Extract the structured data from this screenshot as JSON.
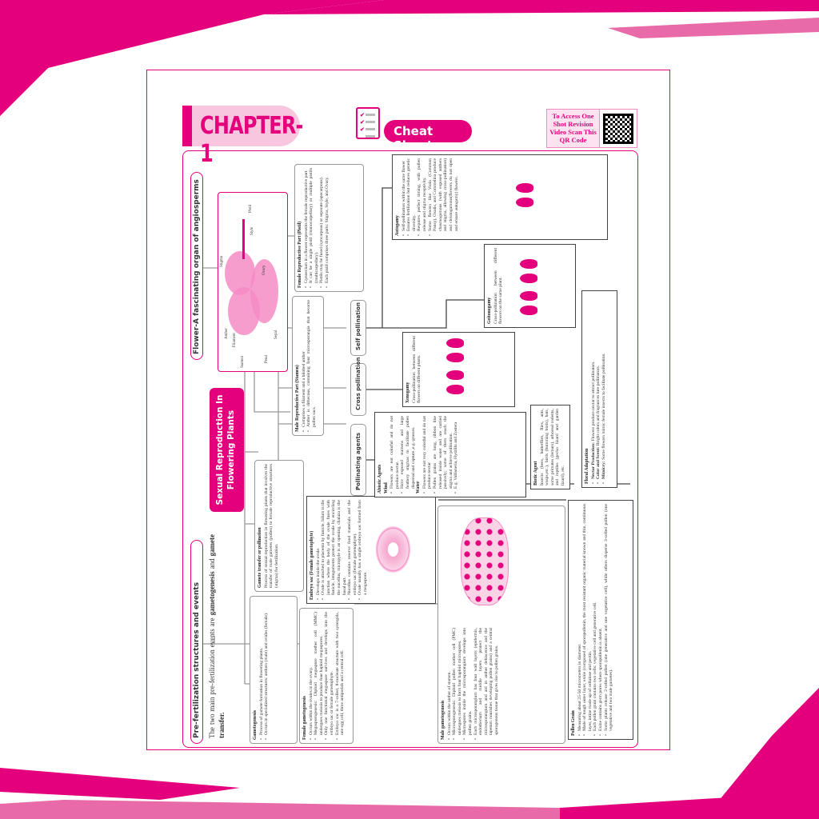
{
  "header": {
    "chapter": "CHAPTER-1",
    "cheat_sheet": "Cheat Sheet",
    "qr_text": "To Access One Shot Revision Video Scan This QR Code"
  },
  "colors": {
    "accent": "#e4007c",
    "light_pink": "#f9c6e0",
    "border_gray": "#999999"
  },
  "sections": {
    "prefert_title": "Pre-fertilization structures and events",
    "prefert_intro_a": "The two main pre-fertilization events are ",
    "prefert_intro_b": "gametogenesis",
    "prefert_intro_c": " and ",
    "prefert_intro_d": "gamete transfer.",
    "flower_title": "Flower-A fascinating organ of angiosperms",
    "main_title": "Sexual Reproduction In Flowering Plants"
  },
  "flower_labels": {
    "stigma": "Stigma",
    "style": "Style",
    "pistil": "Pistil",
    "ovary": "Ovary",
    "anther": "Anther",
    "filament": "Filament",
    "stamen": "Stamen",
    "petal": "Petal",
    "sepal": "Sepal"
  },
  "gametogenesis": {
    "title": "Gametogenesis",
    "items": [
      "Process of gamete formation in flowering plants.",
      "Occurs in specialized structures: anthers (male) and ovules (female)."
    ]
  },
  "gamete_transfer": {
    "title": "Gamete transfer or pollination",
    "text": "Process of sexual reproduction in flowering plants that involves the transfer of male gametes (pollen) to female reproductive structures (stigma) for fertilization."
  },
  "female_gametogenesis": {
    "title": "Female gametogenesis",
    "items": [
      "Occurs within the ovules in the ovary.",
      "Megasporogenesis: Diploid megaspore mother cell (MMC) undergoes meiosis to produce four haploid megaspores.",
      "Only one functional megaspore survives and develops into the embryo sac or female gametophyte.",
      "Embryo sac is a 7-celled, 8-nucleate structure with two synergids, one egg cell, three antipodals and a central cell."
    ]
  },
  "embryo_sac": {
    "title": "Embryo sac (Female gametophyte)",
    "items": [
      "Develops inside the ovule.",
      "Ovule is attached to placenta by funicle, hilum is the junction where the body of the ovule fuses with funicle, integuments protect the ovule by encircling the nucellus, micropyle is an opening, chalaza is the basal part.",
      "Nucellus contains reserve food materials and the embryo sac (female gametophyte).",
      "Ovule usually has a single embryo sac formed from a megaspore."
    ]
  },
  "male_gametogenesis": {
    "title": "Male gametogenesis",
    "items": [
      "Occurs within the anther of stamen.",
      "Microsporogenesis: Diploid pollen mother cell (PMC) undergoes meiosis to form four haploid microspores.",
      "Microspores inside the microsporangium develops into pollen grains.",
      "Each microsporangium has four wall layers (epidermis, endothecium and middle layers protect the microsporangium and aid in anther dehiscence and the tapetum nourishes developing pollen grains) and a central sporogenous tissue that gives rise to pollen grains."
    ]
  },
  "pollen_grain": {
    "title": "Pollen Grain",
    "items": [
      "Measuring about 25-50 micrometers in diameter.",
      "Made of tough outer layer, exine (composed of sporopollenin, the most resistant organic material known and thin, continuous layer, intine made up of cellulose and pectin.",
      "Each pollen grain contains two cells: vegetative cell and generative cell.",
      "Exine contains germ pores where sporopollenin is absent.",
      "Some plants release 2-celled pollen (one generative and one vegetative cell), while others disperse 3-celled pollen (one vegetative and two male gametes)."
    ]
  },
  "stamen": {
    "title": "Male Reproductive Part (Stamen)",
    "items": [
      "Comprises a filament and a bilobed anther",
      "Anther is dithecous, containing four microsporangia that become pollen sacs."
    ]
  },
  "pistil": {
    "title": "Female Reproductive Part (Pistil)",
    "items": [
      "Gynoecium in a flower represents the female reproductive part.",
      "It can be a single pistil (monocarpellary) or multiple pistils (multicarpellary).",
      "Pistils may be fused (syncarpous) or separate (apocarpous).",
      "Each pistil comprises three parts: Stigma, Style, and Ovary."
    ]
  },
  "nodes": {
    "pollinating_agents": "Pollinating agents",
    "cross_pollination": "Cross pollination",
    "self_pollination": "Self pollination"
  },
  "abiotic": {
    "title": "Abiotic Agents",
    "wind": "Wind",
    "wind_items": [
      "Flowers are not colorful and do not produce nectar.",
      "Have exposed stamens and large feathery stigmas to facilitate pollen dispersal and capture.,e.g.-grasses."
    ],
    "water": "Water",
    "water_items": [
      "Flowers are not very colorful and do not produce nectar",
      "Pollen grains are long, ribbon like released inside water and are carried passively; some of them reach the stigma and achieve pollination.",
      "E.g. Vallisneria, Hydrilla and Zostera"
    ]
  },
  "biotic": {
    "title": "Biotic Agent",
    "text": "Insects (bees, butterflies, flies, ants, wasps,etc.), birds (humming birds), bats, some primates (lemurs), arboreal rodents, and reptiles (gecko lizard and garden lizard), etc."
  },
  "floral": {
    "title": "Floral Adaptation",
    "items": [
      {
        "b": "Nectar Production:",
        "t": " Flowers produce nectar to attract pollinators."
      },
      {
        "b": "Color and Scent:",
        "t": " Bright colors and fragrances lure pollinators."
      },
      {
        "b": "Mimicry:",
        "t": " Some flowers mimic female insects to facilitate pollination."
      }
    ]
  },
  "xenogamy": {
    "title": "Xenogamy",
    "text": "Cross-pollination between different flowers on different plants."
  },
  "geitonogamy": {
    "title": "Geitonogamy",
    "text": "Cross-pollination between different flowers on the same plant."
  },
  "autogamy": {
    "title": "Autogamy",
    "items": [
      "Self-pollination within the same flower",
      "Ensures fertilization but reduces genetic diversity.",
      "Requires perfect timing, with pollen release and stigma receptivity.",
      "Some flowers like Viola (Common Pansy), Oxalis, and Commelina produce chasmogamous (with exposed anthers and stigma, allowing cross-pollination) and cleistogamous(flowers do not open and ensure autogamy) flowers."
    ]
  }
}
